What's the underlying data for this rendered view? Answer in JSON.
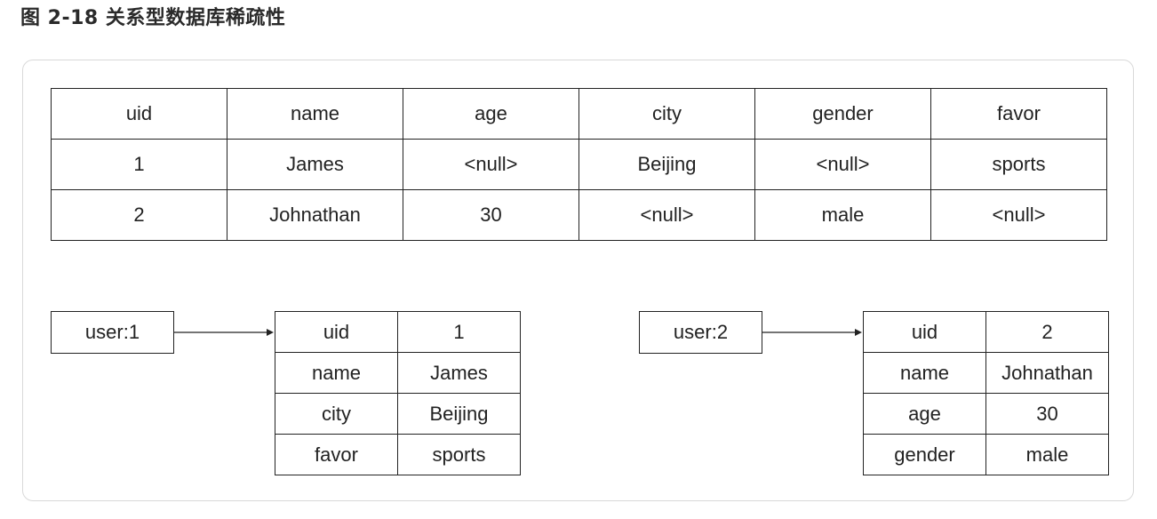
{
  "figure_title": "图 2-18 关系型数据库稀疏性",
  "relational_table": {
    "headers": [
      "uid",
      "name",
      "age",
      "city",
      "gender",
      "favor"
    ],
    "rows": [
      [
        "1",
        "James",
        "<null>",
        "Beijing",
        "<null>",
        "sports"
      ],
      [
        "2",
        "Johnathan",
        "30",
        "<null>",
        "male",
        "<null>"
      ]
    ]
  },
  "kv_records": [
    {
      "key": "user:1",
      "fields": [
        [
          "uid",
          "1"
        ],
        [
          "name",
          "James"
        ],
        [
          "city",
          "Beijing"
        ],
        [
          "favor",
          "sports"
        ]
      ]
    },
    {
      "key": "user:2",
      "fields": [
        [
          "uid",
          "2"
        ],
        [
          "name",
          "Johnathan"
        ],
        [
          "age",
          "30"
        ],
        [
          "gender",
          "male"
        ]
      ]
    }
  ]
}
